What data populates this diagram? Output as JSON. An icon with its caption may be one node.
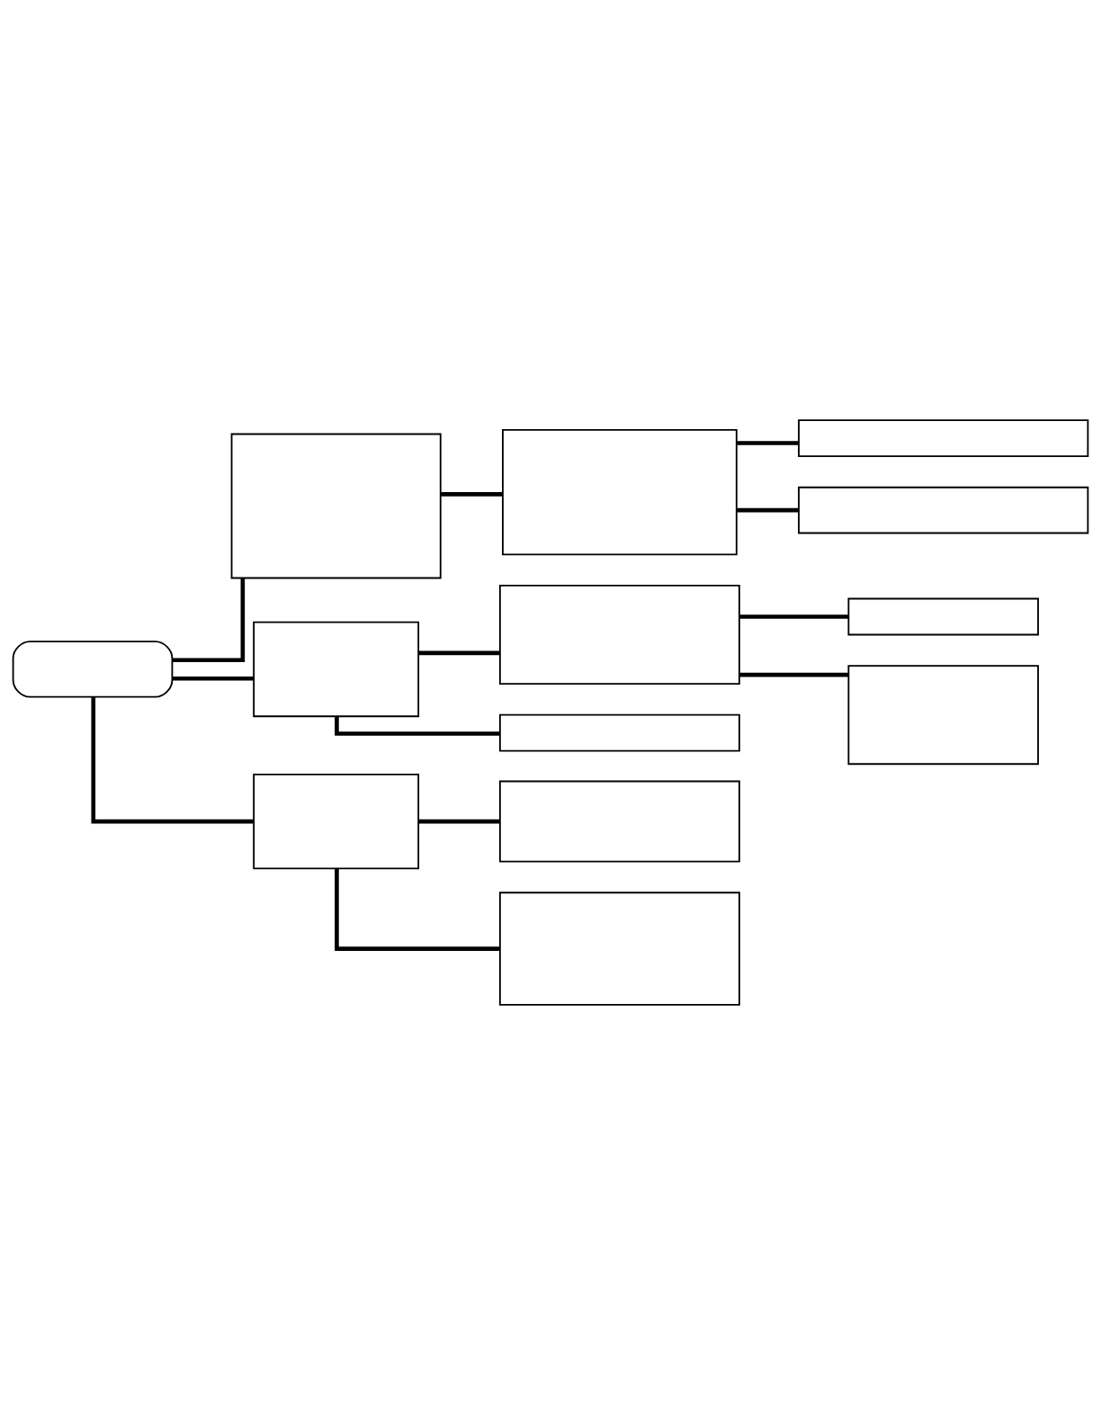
{
  "diagram": {
    "nodes": [
      {
        "text": [],
        "shape": "box"
      },
      {
        "text": [],
        "shape": "box"
      },
      {
        "text": [],
        "shape": "box"
      },
      {
        "text": [],
        "shape": "box"
      },
      {
        "text": [],
        "shape": "box"
      },
      {
        "text": [],
        "shape": "box"
      },
      {
        "text": [],
        "shape": "box"
      },
      {
        "text": [],
        "shape": "box"
      },
      {
        "text": [],
        "shape": "box"
      },
      {
        "text": [],
        "shape": "box"
      },
      {
        "text": [],
        "shape": "box"
      },
      {
        "text": [],
        "shape": "box"
      },
      {
        "text": [],
        "shape": "box"
      }
    ],
    "edges": [
      {
        "from": 0,
        "to": 1,
        "arrow": "none"
      },
      {
        "from": 1,
        "to": 2,
        "arrow": "none"
      },
      {
        "from": 2,
        "to": 3,
        "arrow": "none"
      },
      {
        "from": 2,
        "to": 4,
        "arrow": "none"
      },
      {
        "from": 0,
        "to": 5,
        "arrow": "none"
      },
      {
        "from": 5,
        "to": 6,
        "arrow": "none"
      },
      {
        "from": 6,
        "to": 7,
        "arrow": "none"
      },
      {
        "from": 6,
        "to": 8,
        "arrow": "none"
      },
      {
        "from": 5,
        "to": 9,
        "arrow": "none"
      },
      {
        "from": 0,
        "to": 10,
        "arrow": "none"
      },
      {
        "from": 10,
        "to": 11,
        "arrow": "none"
      },
      {
        "from": 10,
        "to": 12,
        "arrow": "none"
      }
    ]
  }
}
